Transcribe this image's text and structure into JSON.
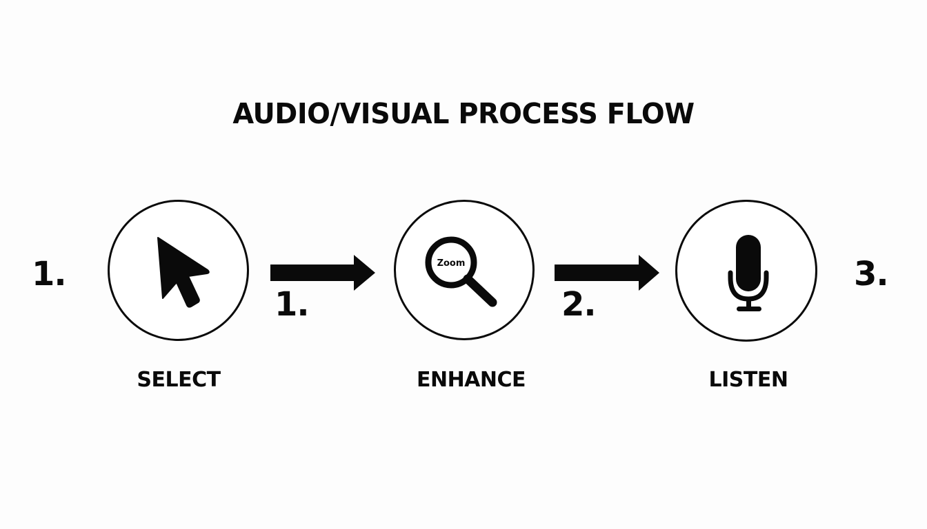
{
  "title": "AUDIO/VISUAL PROCESS FLOW",
  "steps": [
    {
      "label": "SELECT",
      "icon": "cursor-arrow-icon"
    },
    {
      "label": "ENHANCE",
      "icon": "magnifier-icon",
      "icon_text": "Zoom"
    },
    {
      "label": "LISTEN",
      "icon": "microphone-icon"
    }
  ],
  "step_numbers": {
    "left": "1.",
    "arrow1": "1.",
    "arrow2": "2.",
    "right": "3."
  },
  "colors": {
    "ink": "#0a0a0a",
    "background": "#fdfdfd"
  }
}
